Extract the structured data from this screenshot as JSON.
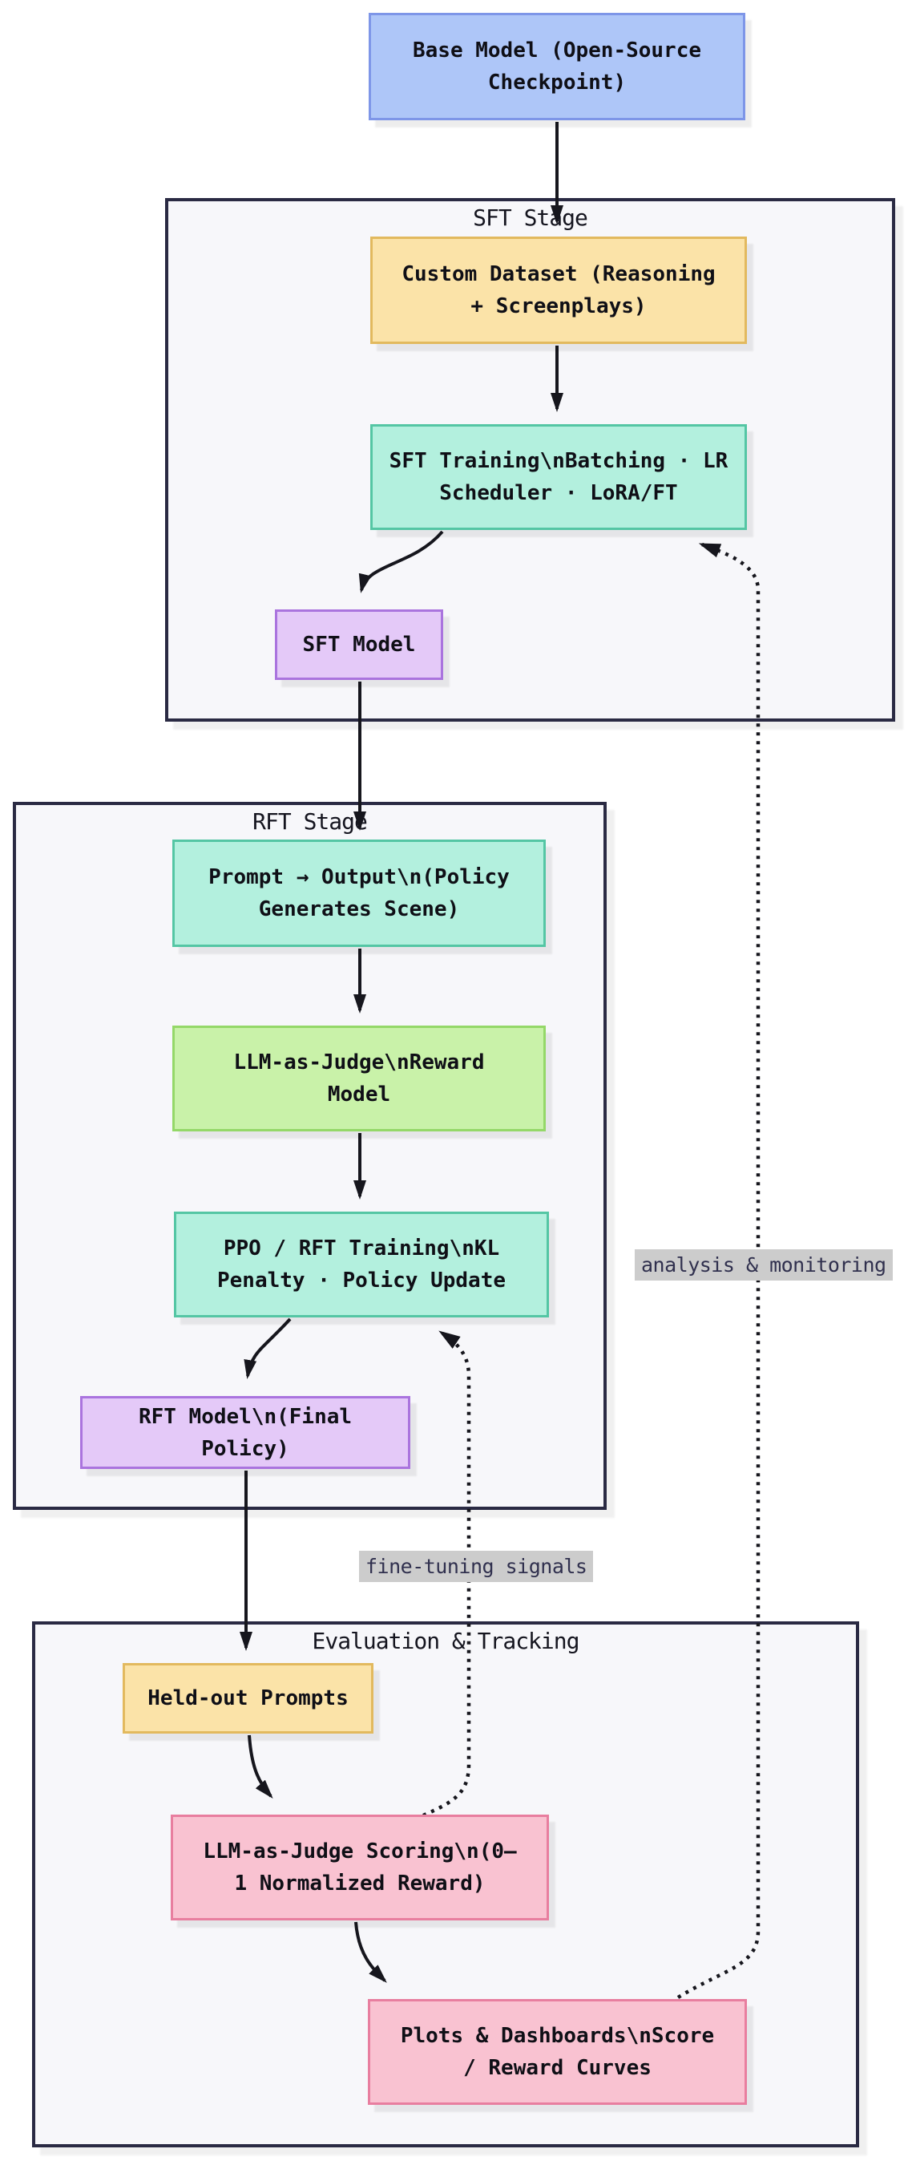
{
  "diagram": {
    "type": "flowchart",
    "containers": {
      "sft": {
        "label": "SFT Stage"
      },
      "rft": {
        "label": "RFT Stage"
      },
      "eval": {
        "label": "Evaluation & Tracking"
      }
    },
    "nodes": {
      "base_model": {
        "label": "Base Model (Open-Source Checkpoint)",
        "color": "#aec6f8"
      },
      "custom_dataset": {
        "label": "Custom Dataset (Reasoning + Screenplays)",
        "color": "#fbe3a8"
      },
      "sft_training": {
        "label": "SFT Training\\nBatching · LR Scheduler · LoRA/FT",
        "color": "#b3f0de"
      },
      "sft_model": {
        "label": "SFT Model",
        "color": "#e4c9f8"
      },
      "prompt_output": {
        "label": "Prompt → Output\\n(Policy Generates Scene)",
        "color": "#b3f0de"
      },
      "llm_judge": {
        "label": "LLM-as-Judge\\nReward Model",
        "color": "#c9f2a9"
      },
      "ppo_training": {
        "label": "PPO / RFT Training\\nKL Penalty · Policy Update",
        "color": "#b3f0de"
      },
      "rft_model": {
        "label": "RFT Model\\n(Final Policy)",
        "color": "#e4c9f8"
      },
      "held_out": {
        "label": "Held-out Prompts",
        "color": "#fbe3a8"
      },
      "scoring": {
        "label": "LLM-as-Judge Scoring\\n(0–1 Normalized Reward)",
        "color": "#f9c2d1"
      },
      "plots": {
        "label": "Plots & Dashboards\\nScore / Reward Curves",
        "color": "#f9c2d1"
      }
    },
    "edge_labels": {
      "analysis": {
        "label": "analysis & monitoring"
      },
      "finetune": {
        "label": "fine-tuning signals"
      }
    },
    "edges": [
      {
        "from": "base_model",
        "to": "custom_dataset",
        "style": "solid"
      },
      {
        "from": "custom_dataset",
        "to": "sft_training",
        "style": "solid"
      },
      {
        "from": "sft_training",
        "to": "sft_model",
        "style": "solid"
      },
      {
        "from": "sft_model",
        "to": "prompt_output",
        "style": "solid"
      },
      {
        "from": "prompt_output",
        "to": "llm_judge",
        "style": "solid"
      },
      {
        "from": "llm_judge",
        "to": "ppo_training",
        "style": "solid"
      },
      {
        "from": "ppo_training",
        "to": "rft_model",
        "style": "solid"
      },
      {
        "from": "rft_model",
        "to": "held_out",
        "style": "solid"
      },
      {
        "from": "held_out",
        "to": "scoring",
        "style": "solid"
      },
      {
        "from": "scoring",
        "to": "plots",
        "style": "solid"
      },
      {
        "from": "scoring",
        "to": "ppo_training",
        "style": "dotted",
        "label": "fine-tuning signals"
      },
      {
        "from": "plots",
        "to": "sft_training",
        "style": "dotted",
        "label": "analysis & monitoring"
      }
    ],
    "colors": {
      "container_bg": "#f7f7fa",
      "container_border": "#2a2a43",
      "edge": "#16161d",
      "edge_label_bg": "#cccccc",
      "edge_label_text": "#30304e",
      "node_text": "#0f0f16"
    }
  }
}
